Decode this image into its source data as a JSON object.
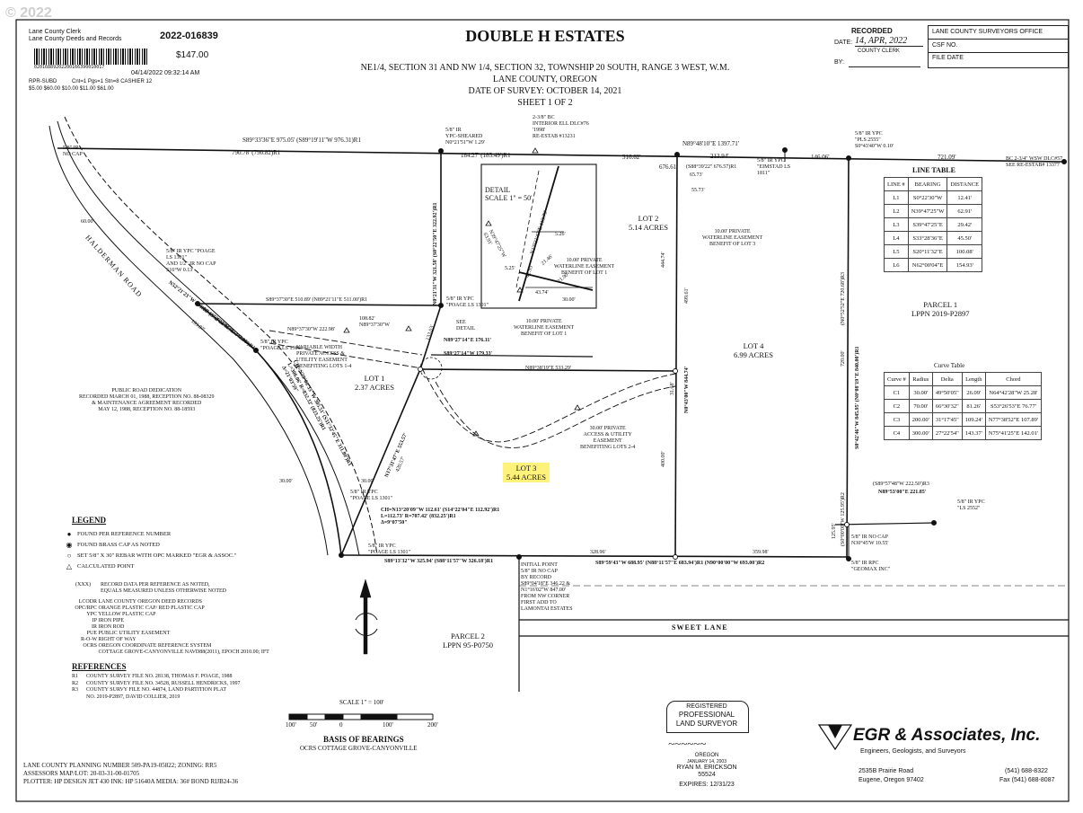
{
  "watermark": "© 2022",
  "recording": {
    "office_line1": "Lane County Clerk",
    "office_line2": "Lane County Deeds and Records",
    "number": "2022-016839",
    "fee": "$147.00",
    "barcode_text": "02016889202200166390010017",
    "datetime": "04/14/2022 09:32:14 AM",
    "line3a": "RPR-SUBD",
    "line3b": "Cnt=1 Pgs=1 Stn=8  CASHIER 12",
    "line4": "$5.00 $60.00 $10.00 $11.00 $61.00"
  },
  "title": {
    "main": "DOUBLE H ESTATES",
    "l1": "NE1/4, SECTION 31 AND NW 1/4, SECTION 32, TOWNSHIP 20 SOUTH, RANGE 3 WEST, W.M.",
    "l2": "LANE COUNTY, OREGON",
    "l3": "DATE OF SURVEY: OCTOBER 14, 2021",
    "l4": "SHEET 1 OF 2"
  },
  "recorded": {
    "heading": "RECORDED",
    "date_label": "DATE:",
    "date_value": "14, APR, 2022",
    "clerk": "COUNTY CLERK",
    "by_label": "BY:"
  },
  "surveyors_office": {
    "title": "LANE COUNTY SURVEYORS OFFICE",
    "csf": "CSF NO.",
    "file_date": "FILE DATE"
  },
  "lots": [
    {
      "name": "LOT 1",
      "area": "2.37 ACRES"
    },
    {
      "name": "LOT 2",
      "area": "5.14 ACRES"
    },
    {
      "name": "LOT 3",
      "area": "5.44 ACRES"
    },
    {
      "name": "LOT 4",
      "area": "6.99 ACRES"
    }
  ],
  "parcels": {
    "p1": "PARCEL 1",
    "p1b": "LPPN 2019-P2897",
    "p2": "PARCEL 2",
    "p2b": "LPPN 95-P0750"
  },
  "roads": {
    "halderman": "HALDERMAN ROAD",
    "sweet": "SWEET LANE"
  },
  "labels": {
    "top_bearing": "S89°33'36\"E  975.05' (S89°19'11\"W 976.31)R1",
    "top_dist": "790.78' (790.82)R1",
    "ir_nocap": "5/8\" IR",
    "nocap": "NO CAP",
    "ypc_sheared": "5/8\" IR\nYPC-SHEARED\nN0°21'51\"W 1.29'",
    "bc_note": "2-3/8\" BC\nINTERIOR ELL DLC#76\n'1998'\nRE-ESTAB #13231",
    "n89_1397": "N89°48'10\"E  1397.71'",
    "d184": "184.27' (185.49')R1",
    "d316": "316.62'",
    "d213": "213.94'",
    "d146": "146.06'",
    "d721": "721.09'",
    "s88_676": "(S88°39'22\" 676.57)R1",
    "d676": "676.61'",
    "eimstad": "5/8\" IR YPC\n\"EIMSTAD LS\n1811\"",
    "pls2555": "5/8\" IR YPC\n\"PLS 2555\"\nS0°43'40\"W 0.10'",
    "bc_wsw": "BC 2-3/4\" WSW DLC#57\nSEE RE-ESTAB# 13377",
    "d6573": "65.73'",
    "d5573": "55.73'",
    "detail_title": "DETAIL\nSCALE 1\" = 50'",
    "waterline2": "10.00' PRIVATE\nWATERLINE EASEMENT\nBENEFIT OF LOT 3",
    "waterline1": "10.00' PRIVATE\nWATERLINE EASEMENT\nBENEFIT OF LOT 1",
    "waterline1b": "10.00' PRIVATE\nWATERLINE EASEMENT\nBENEFIT OF LOT 1",
    "poage_ls": "5/8\" IR YPC \"POAGE\nLS 1301\"\nAND 1/2\" IR NO CAP\nS16°W 0.13'",
    "s89_510": "S89°37'30\"E 510.89' (N89°21'11\"E 511.00')R1",
    "n89_222": "N89°37'30\"W 222.98'",
    "d10882": "108.82'\nN89°37'30\"W",
    "poage1301": "5/8\" IR YPC\n\"POAGE LS 1301\"",
    "poage1301b": "5/8\" IR YPC\n\"POAGE LS 1301\"",
    "vw_easement": "VARIABLE WIDTH\nPRIVATE ACCESS &\nUTILITY EASEMENT\nBENEFITING LOTS 1-4",
    "see_detail": "SEE\nDETAIL",
    "n89_176": "N89°27'14\"E 176.11'",
    "s89_179": "S89°27'14\"W 179.33'",
    "n89_533": "N89°38'19\"E 533.29'",
    "public_road": "PUBLIC ROAD DEDICATION\nRECORDED MARCH 01, 1988, RECEPTION NO. 88-08329\n& MAINTENANCE AGREEMENT RECORDED\nMAY 12, 1988, RECEPTION NO. 88-18593",
    "access_easement": "30.00' PRIVATE\nACCESS & UTILITY\nEASEMENT\nBENEFITING LOTS 2-4",
    "d30a": "30.00'",
    "d30b": "30.00'",
    "d60": "60.00'",
    "ch_note": "CH=N13°20'09\"W 112.61' (S14°22'04\"E 112.92')R1\nL=112.73' R=707.42' (832.25')R1\nΔ=9°07'50\"",
    "poage_bottom": "5/8\" IR YPC\n\"POAGE LS 1301\"",
    "s89_325": "S89°13'32\"W 325.94' (S88°11'57\"W 326.18')R1",
    "d328": "328.96'",
    "d359": "359.98'",
    "s89_688": "S89°59'43\"W  688.95' (N88°11'57\"E 683.94')R1 (N90°00'00\"W 693.00')R2",
    "initial_point": "INITIAL POINT\n5/8\" IR NO CAP\nBY RECORD\nS89°04'18\"E 346.22 &\nN1°16'02\"W 847.00'\nFROM NW CORNER\nFIRST ADD TO\nLAMONTAI ESTATES",
    "s89_222": "(S89°57'48\"W 222.50')R3",
    "n89_221": "N89°53'00\"E  221.85'",
    "ls2552": "5/8\" IR YPC\n\"LS 2552\"",
    "nocap_n30": "5/8\" IR NO CAP\nN30°45'W 10.55'",
    "geomax": "5/8\" IR RPC\n\"GEOMAX INC\"",
    "d400": "400.00'",
    "d444": "444.74'",
    "d499": "499.61'",
    "d720": "720.00'",
    "d125": "125.95'",
    "r125": "(S0°00'00\"W 125.95')R2",
    "r720": "(N0°52'52\"E 720.68')R3",
    "n0_845": "S0°42'46\"W  845.95'  (N0°08'19\"E 840.00')R1",
    "n0_321": "N0°21'31\"W  321.58'  (S0°22'50\"E 322.92')R1",
    "n0_844": "N0°43'00\"W 844.74'",
    "d3168": "31.68'",
    "n17_553": "N17°31'47\"E 553.57'",
    "d42057": "420.57'",
    "ch2": "CH=N30°06'33\"W 305.51' (S31°32'45\"E 311.80')R1\nL=306.06' R=832.32' (823.25')R1\nΔ=21°03'59\"",
    "n52_243": "N52°21'23\"W 243.00' (S52°22'06\"E 243.95')R1",
    "d15368": "153.68' (153.92')R1",
    "d10387": "103.87'",
    "d133": "133.03'"
  },
  "detail": {
    "d526": "5.26'",
    "d525": "5.25'",
    "d4374": "43.74'",
    "d3000": "30.00'",
    "d4295": "42.95'",
    "d2146": "21.46'",
    "d2190": "21.90'",
    "d1339": "N17°31'47\"E 113.79'",
    "d6391": "N39°47'25\"W\n63.91'"
  },
  "line_table": {
    "title": "LINE TABLE",
    "headers": [
      "LINE #",
      "BEARING",
      "DISTANCE"
    ],
    "rows": [
      [
        "L1",
        "S0°22'30\"W",
        "12.41'"
      ],
      [
        "L2",
        "N39°47'25\"W",
        "62.91'"
      ],
      [
        "L3",
        "S39°47'25\"E",
        "29.42'"
      ],
      [
        "L4",
        "S33°28'36\"E",
        "45.50'"
      ],
      [
        "L5",
        "S20°11'32\"E",
        "100.08'"
      ],
      [
        "L6",
        "N62°00'04\"E",
        "154.93'"
      ]
    ]
  },
  "curve_table": {
    "title": "Curve Table",
    "headers": [
      "Curve #",
      "Radius",
      "Delta",
      "Length",
      "Chord"
    ],
    "rows": [
      [
        "C1",
        "30.00'",
        "49°50'05\"",
        "26.09'",
        "N64°42'28\"W  25.28'"
      ],
      [
        "C2",
        "70.00'",
        "66°30'32\"",
        "81.26'",
        "S53°26'53\"E  76.77'"
      ],
      [
        "C3",
        "200.00'",
        "31°17'45\"",
        "109.24'",
        "N77°38'52\"E  107.89'"
      ],
      [
        "C4",
        "300.00'",
        "27°22'54\"",
        "143.37'",
        "N75°41'25\"E  142.01'"
      ]
    ]
  },
  "legend": {
    "title": "LEGEND",
    "items": [
      {
        "sym": "●",
        "text": "FOUND PER REFERENCE NUMBER"
      },
      {
        "sym": "◉",
        "text": "FOUND BRASS CAP AS NOTED"
      },
      {
        "sym": "○",
        "text": "SET 5/8\" X 30\" REBAR WITH OPC MARKED \"EGR & ASSOC.\""
      },
      {
        "sym": "△",
        "text": "CALCULATED POINT"
      }
    ],
    "xxx": "(XXX)",
    "xxx_text": "RECORD DATA PER REFERENCE AS NOTED,\nEQUALS MEASURED UNLESS OTHERWISE NOTED",
    "abbrevs": [
      [
        "LCODR",
        "LANE COUNTY OREGON DEED RECORDS"
      ],
      [
        "OPC/RPC",
        "ORANGE PLASTIC CAP/ RED PLASTIC CAP"
      ],
      [
        "YPC",
        "YELLOW PLASTIC CAP"
      ],
      [
        "IP",
        "IRON PIPE"
      ],
      [
        "IR",
        "IRON ROD"
      ],
      [
        "PUE",
        "PUBLIC UTILITY EASEMENT"
      ],
      [
        "R-O-W",
        "RIGHT OF WAY"
      ],
      [
        "OCRS",
        "OREGON COORDINATE REFERENCE SYSTEM"
      ],
      [
        "",
        "COTTAGE GROVE-CANYONVILLE NAVD88(2011), EPOCH 2010.00; IFT"
      ]
    ]
  },
  "references": {
    "title": "REFERENCES",
    "items": [
      [
        "R1",
        "COUNTY SURVEY FILE NO. 28138, THOMAS F. POAGE, 1988"
      ],
      [
        "R2",
        "COUNTY SURVEY FILE NO. 34528, RUSSELL HENDRICKS, 1997"
      ],
      [
        "R3",
        "COUNTY SURVY FILE NO. 44874, LAND PARTITION PLAT"
      ],
      [
        "",
        "NO. 2019-P2897, DAVID COLLIER, 2019"
      ]
    ]
  },
  "scale": {
    "label": "SCALE 1\" = 100'",
    "ticks": [
      "100'",
      "50'",
      "0",
      "100'",
      "200'"
    ],
    "basis": "BASIS OF BEARINGS",
    "basis2": "OCRS COTTAGE GROVE-CANYONVILLE"
  },
  "footer": {
    "l1": "LANE COUNTY PLANNING NUMBER 509-PA19-05822; ZONING: RR5",
    "l2": "ASSESSORS MAP/LOT: 20-03-31-00-01705",
    "l3": "PLOTTER: HP DESIGN JET 430 INK: HP 51640A  MEDIA: 36# BOND RIJB24-36"
  },
  "surveyor": {
    "registered": "REGISTERED",
    "professional": "PROFESSIONAL",
    "land_surveyor": "LAND SURVEYOR",
    "oregon": "OREGON",
    "date": "JANUARY 14, 2003",
    "name": "RYAN M. ERICKSON",
    "number": "55524",
    "expires": "EXPIRES:  12/31/23"
  },
  "firm": {
    "name": "EGR & Associates, Inc.",
    "subtitle": "Engineers, Geologists, and Surveyors",
    "addr1": "2535B Prairie Road",
    "addr2": "Eugene, Oregon 97402",
    "phone": "(541) 688-8322",
    "fax": "Fax (541) 688-8087"
  }
}
